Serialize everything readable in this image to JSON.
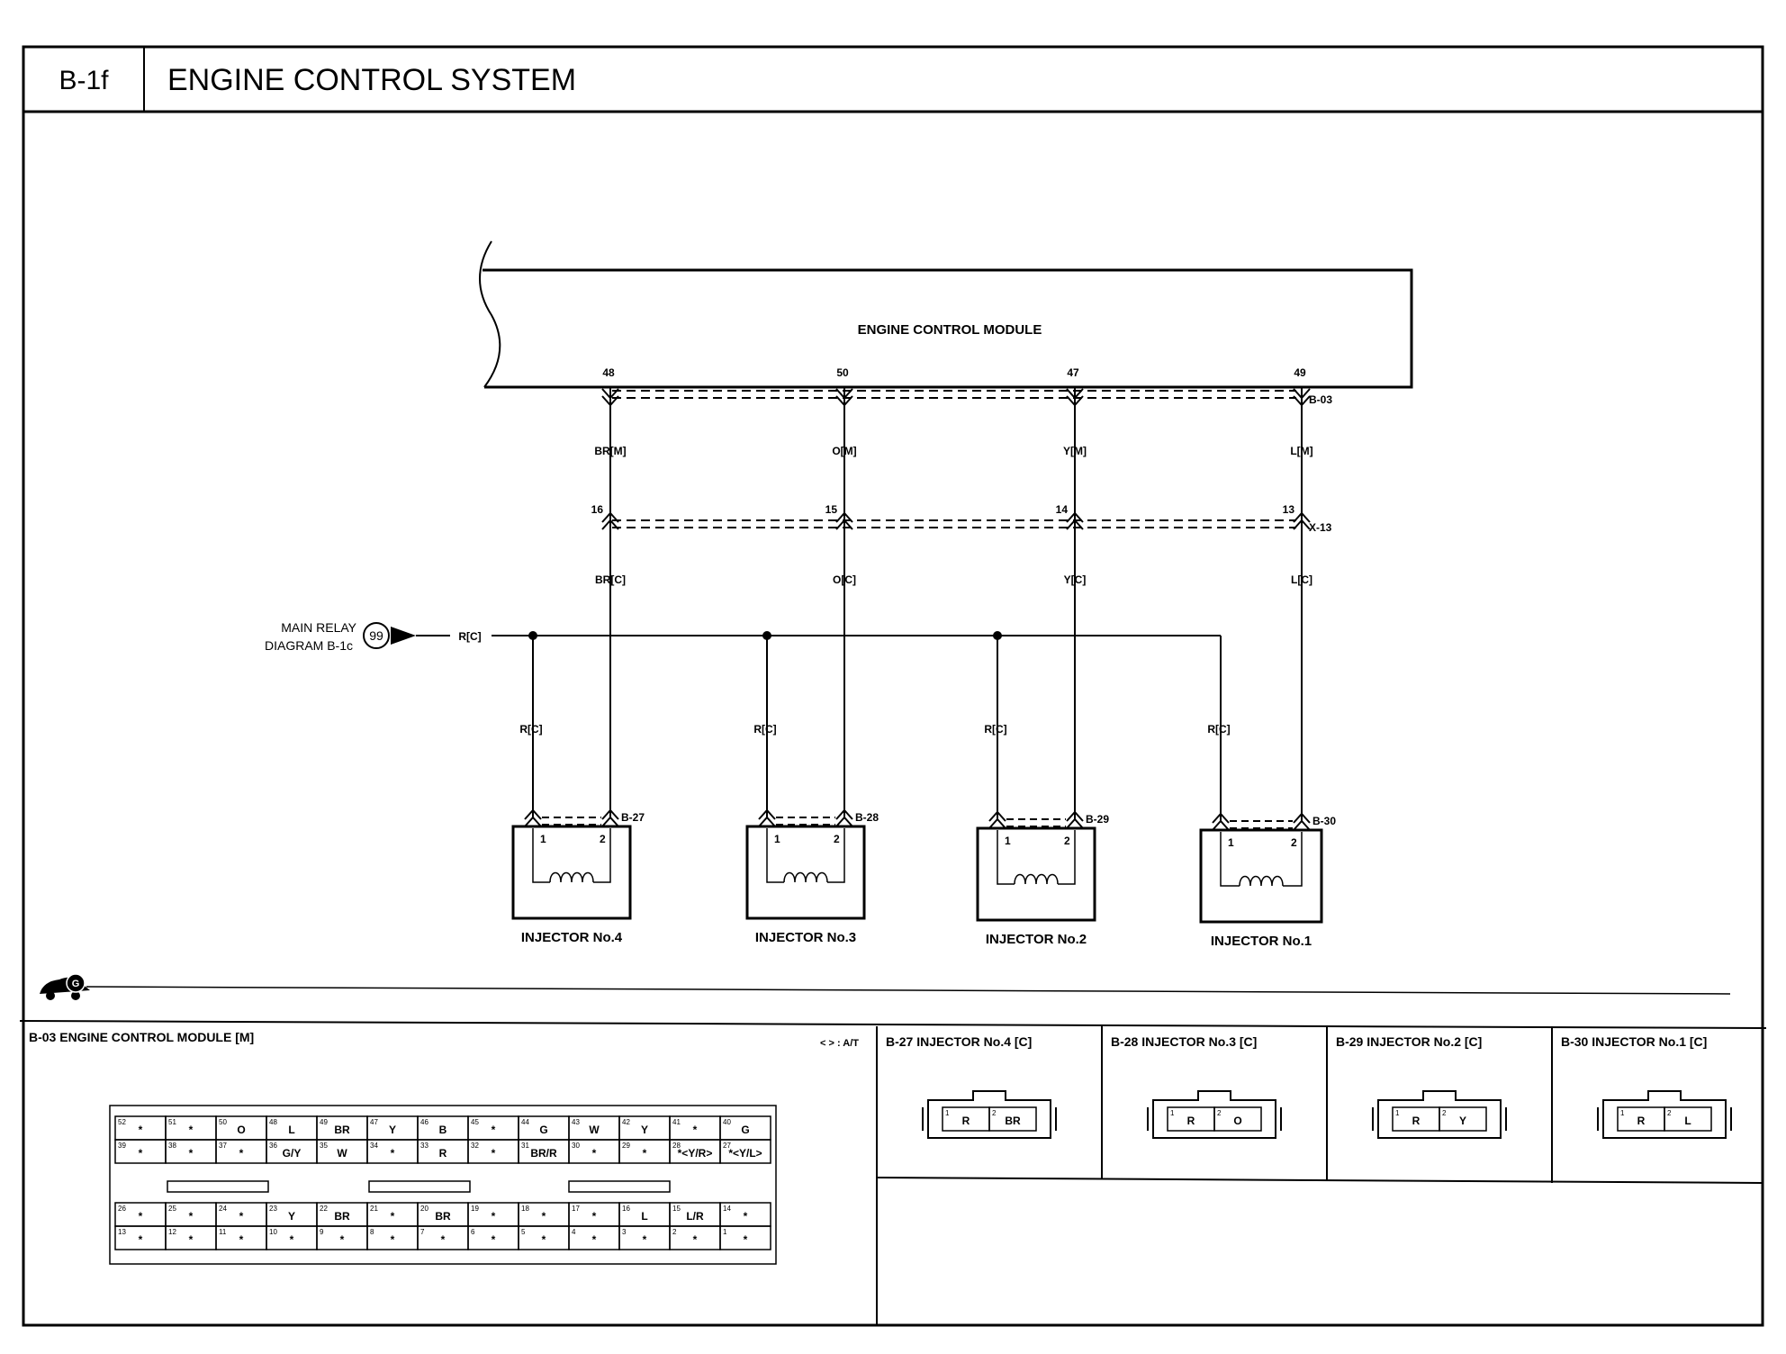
{
  "header": {
    "code": "B-1f",
    "title": "ENGINE CONTROL SYSTEM"
  },
  "ecm": {
    "label": "ENGINE CONTROL MODULE",
    "connector": "B-03"
  },
  "main_relay": {
    "line1": "MAIN RELAY",
    "line2": "DIAGRAM B-1c",
    "ref": "99",
    "wire": "R[C]"
  },
  "junction_connector": "X-13",
  "circuits": [
    {
      "ecm_pin": "48",
      "wire_m": "BR[M]",
      "x13_pin": "16",
      "wire_c": "BR[C]",
      "feed": "R[C]",
      "connector": "B-27",
      "pin1": "1",
      "pin2": "2",
      "name": "INJECTOR No.4"
    },
    {
      "ecm_pin": "50",
      "wire_m": "O[M]",
      "x13_pin": "15",
      "wire_c": "O[C]",
      "feed": "R[C]",
      "connector": "B-28",
      "pin1": "1",
      "pin2": "2",
      "name": "INJECTOR No.3"
    },
    {
      "ecm_pin": "47",
      "wire_m": "Y[M]",
      "x13_pin": "14",
      "wire_c": "Y[C]",
      "feed": "R[C]",
      "connector": "B-29",
      "pin1": "1",
      "pin2": "2",
      "name": "INJECTOR No.2"
    },
    {
      "ecm_pin": "49",
      "wire_m": "L[M]",
      "x13_pin": "13",
      "wire_c": "L[C]",
      "feed": "R[C]",
      "connector": "B-30",
      "pin1": "1",
      "pin2": "2",
      "name": "INJECTOR No.1"
    }
  ],
  "ground_symbol": "G",
  "ecm_panel": {
    "title": "B-03 ENGINE CONTROL MODULE [M]",
    "note": "< > : A/T",
    "rows": [
      [
        [
          "52",
          "*"
        ],
        [
          "51",
          "*"
        ],
        [
          "50",
          "O"
        ],
        [
          "48",
          "L"
        ],
        [
          "49",
          "BR"
        ],
        [
          "47",
          "Y"
        ],
        [
          "46",
          "B"
        ],
        [
          "45",
          "*"
        ],
        [
          "44",
          "G"
        ],
        [
          "43",
          "W"
        ],
        [
          "42",
          "Y"
        ],
        [
          "41",
          "*"
        ],
        [
          "40",
          "G"
        ]
      ],
      [
        [
          "39",
          "*"
        ],
        [
          "38",
          "*"
        ],
        [
          "37",
          "*"
        ],
        [
          "36",
          "G/Y"
        ],
        [
          "35",
          "W"
        ],
        [
          "34",
          "*"
        ],
        [
          "33",
          "R"
        ],
        [
          "32",
          "*"
        ],
        [
          "31",
          "BR/R"
        ],
        [
          "30",
          "*"
        ],
        [
          "29",
          "*"
        ],
        [
          "28",
          "*<Y/R>"
        ],
        [
          "27",
          "*<Y/L>"
        ]
      ],
      [
        [
          "26",
          "*"
        ],
        [
          "25",
          "*"
        ],
        [
          "24",
          "*"
        ],
        [
          "23",
          "Y"
        ],
        [
          "22",
          "BR"
        ],
        [
          "21",
          "*"
        ],
        [
          "20",
          "BR"
        ],
        [
          "19",
          "*"
        ],
        [
          "18",
          "*"
        ],
        [
          "17",
          "*"
        ],
        [
          "16",
          "L"
        ],
        [
          "15",
          "L/R"
        ],
        [
          "14",
          "*"
        ]
      ],
      [
        [
          "13",
          "*"
        ],
        [
          "12",
          "*"
        ],
        [
          "11",
          "*"
        ],
        [
          "10",
          "*"
        ],
        [
          "9",
          "*"
        ],
        [
          "8",
          "*"
        ],
        [
          "7",
          "*"
        ],
        [
          "6",
          "*"
        ],
        [
          "5",
          "*"
        ],
        [
          "4",
          "*"
        ],
        [
          "3",
          "*"
        ],
        [
          "2",
          "*"
        ],
        [
          "1",
          "*"
        ]
      ]
    ]
  },
  "injector_panels": [
    {
      "title": "B-27 INJECTOR No.4 [C]",
      "pins": [
        [
          "1",
          "R"
        ],
        [
          "2",
          "BR"
        ]
      ]
    },
    {
      "title": "B-28 INJECTOR No.3 [C]",
      "pins": [
        [
          "1",
          "R"
        ],
        [
          "2",
          "O"
        ]
      ]
    },
    {
      "title": "B-29 INJECTOR No.2 [C]",
      "pins": [
        [
          "1",
          "R"
        ],
        [
          "2",
          "Y"
        ]
      ]
    },
    {
      "title": "B-30 INJECTOR No.1 [C]",
      "pins": [
        [
          "1",
          "R"
        ],
        [
          "2",
          "L"
        ]
      ]
    }
  ]
}
